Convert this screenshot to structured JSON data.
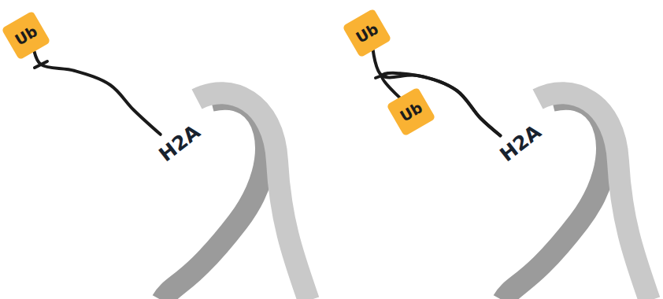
{
  "diagram": {
    "nodes": [
      {
        "text": [
          "Ub"
        ]
      },
      {
        "text": [
          "H2A"
        ]
      },
      {
        "text": [
          "Ub"
        ]
      },
      {
        "text": [
          "Ub"
        ]
      },
      {
        "text": [
          "H2A"
        ]
      }
    ],
    "edges": [
      {
        "from": 0,
        "to": 1,
        "arrow": "none"
      },
      {
        "from": 2,
        "to": 4,
        "arrow": "none"
      },
      {
        "from": 3,
        "to": 4,
        "arrow": "none"
      }
    ]
  }
}
